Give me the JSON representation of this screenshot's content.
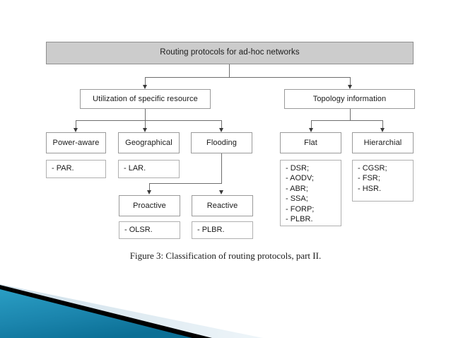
{
  "slide": {
    "caption": "Figure 3: Classification of routing protocols, part II.",
    "colors": {
      "root_fill": "#cccccc",
      "box_border": "#9a9a9a",
      "list_border": "#b0b0b0",
      "connector": "#6e6e6e",
      "deco_teal_dark": "#0b6f95",
      "deco_teal_light": "#2a9ec4",
      "deco_black": "#000000",
      "deco_pale": "#dbe8f0"
    }
  },
  "diagram": {
    "root": {
      "label": "Routing protocols for ad-hoc networks"
    },
    "level2": [
      {
        "label": "Utilization of specific resource"
      },
      {
        "label": "Topology information"
      }
    ],
    "level3": [
      {
        "label": "Power-aware",
        "items": "- PAR."
      },
      {
        "label": "Geographical",
        "items": "- LAR."
      },
      {
        "label": "Flooding",
        "items": ""
      },
      {
        "label": "Flat",
        "items": "- DSR;\n- AODV;\n- ABR;\n- SSA;\n- FORP;\n- PLBR."
      },
      {
        "label": "Hierarchial",
        "items": "- CGSR;\n- FSR;\n- HSR."
      }
    ],
    "level4": [
      {
        "label": "Proactive",
        "items": "- OLSR."
      },
      {
        "label": "Reactive",
        "items": "- PLBR."
      }
    ]
  }
}
